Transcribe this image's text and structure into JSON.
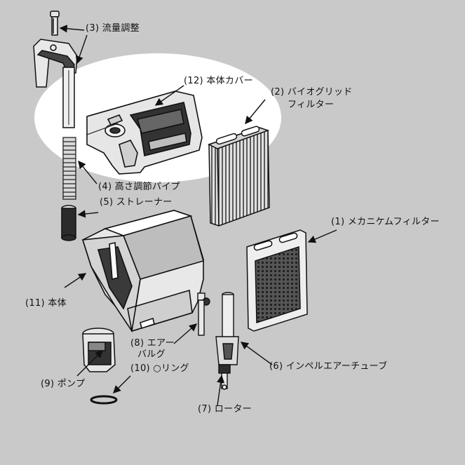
{
  "colors": {
    "background": "#c9c9c9",
    "highlight": "#ffffff",
    "ink": "#111111",
    "part_fill": "#e8e8e8",
    "mesh_dark": "#3a3a3a"
  },
  "labels": {
    "flow_adjust": "(3) 流量調整",
    "body_cover": "(12) 本体カバー",
    "bio_grid_filter_line1": "(2) バイオグリッド",
    "bio_grid_filter_line2": "フィルター",
    "height_pipe": "(4) 高さ調節パイプ",
    "strainer": "(5) ストレーナー",
    "mechanical_filter": "(1) メカニケムフィルター",
    "main_body": "(11) 本体",
    "air_valve_line1": "(8) エアー",
    "air_valve_line2": "バルグ",
    "pump": "(9) ポンプ",
    "o_ring": "(10) ○リング",
    "impeller_tube": "(6) インペルエアーチューブ",
    "rotor": "(7) ローター"
  }
}
